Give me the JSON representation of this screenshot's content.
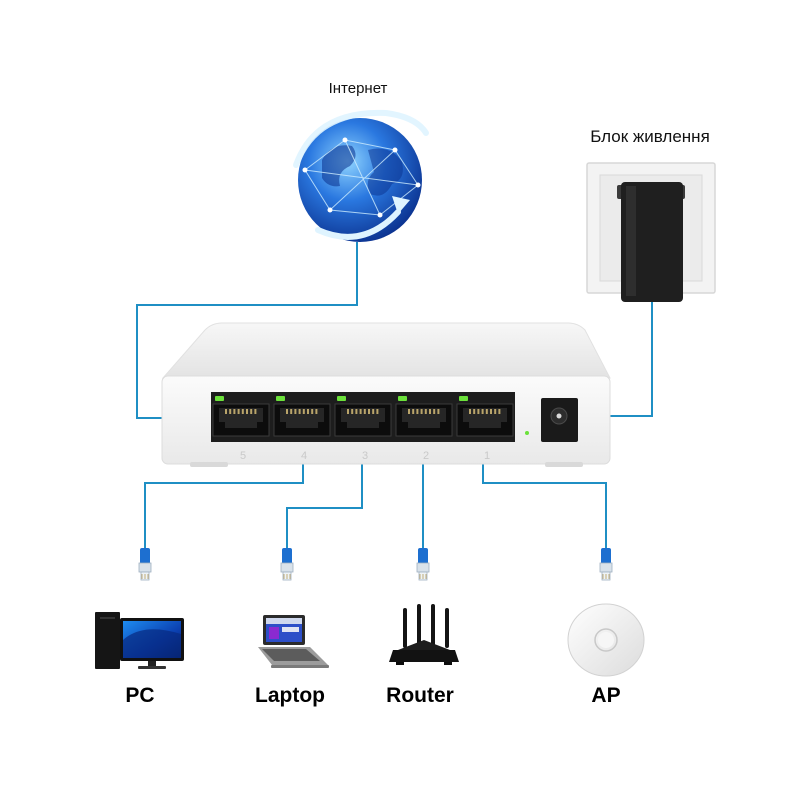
{
  "labels": {
    "internet": "Інтернет",
    "power_supply": "Блок живлення"
  },
  "switch": {
    "port_numbers": [
      "5",
      "4",
      "3",
      "2",
      "1"
    ],
    "led_color": "#6be13a"
  },
  "devices": [
    {
      "label": "PC",
      "icon": "pc-icon"
    },
    {
      "label": "Laptop",
      "icon": "laptop-icon"
    },
    {
      "label": "Router",
      "icon": "router-icon"
    },
    {
      "label": "AP",
      "icon": "access-point-icon"
    }
  ],
  "colors": {
    "cable": "#1f8fc4",
    "connector": "#1d6fd0",
    "globe": "#1e5bd6"
  }
}
